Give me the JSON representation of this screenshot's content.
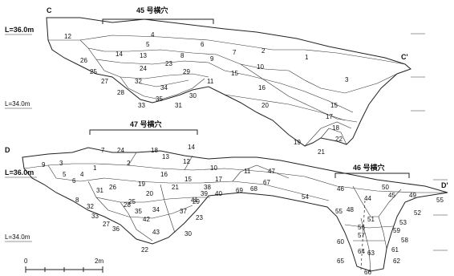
{
  "upper_section": {
    "start": "C",
    "end": "C'",
    "tunnel_label": "45 号横穴",
    "level_high": "L=36.0m",
    "level_low": "L=34.0m",
    "layers": [
      "1",
      "2",
      "3",
      "4",
      "5",
      "6",
      "7",
      "8",
      "9",
      "10",
      "11",
      "12",
      "13",
      "14",
      "15",
      "15",
      "16",
      "17",
      "18",
      "19",
      "20",
      "21",
      "22",
      "23",
      "24",
      "25",
      "26",
      "27",
      "28",
      "29",
      "30",
      "31",
      "32",
      "33",
      "34",
      "35"
    ]
  },
  "lower_section": {
    "start": "D",
    "end": "D'",
    "tunnel_label_left": "47 号横穴",
    "tunnel_label_right": "46 号横穴",
    "level_high": "L=36.0m",
    "level_low": "L=34.0m",
    "layers": [
      "1",
      "2",
      "3",
      "4",
      "5",
      "6",
      "7",
      "8",
      "9",
      "10",
      "11",
      "12",
      "13",
      "14",
      "15",
      "16",
      "17",
      "18",
      "19",
      "20",
      "21",
      "22",
      "23",
      "24",
      "25",
      "26",
      "27",
      "28",
      "29",
      "30",
      "31",
      "32",
      "33",
      "34",
      "35",
      "36",
      "37",
      "38",
      "39",
      "40",
      "41",
      "42",
      "43",
      "44",
      "45",
      "46",
      "47",
      "48",
      "49",
      "50",
      "51",
      "52",
      "53",
      "54",
      "55",
      "55",
      "56",
      "57",
      "58",
      "59",
      "60",
      "61",
      "62",
      "63",
      "64",
      "65",
      "66",
      "67",
      "68",
      "69"
    ]
  },
  "scale": {
    "zero": "0",
    "two": "2m"
  }
}
